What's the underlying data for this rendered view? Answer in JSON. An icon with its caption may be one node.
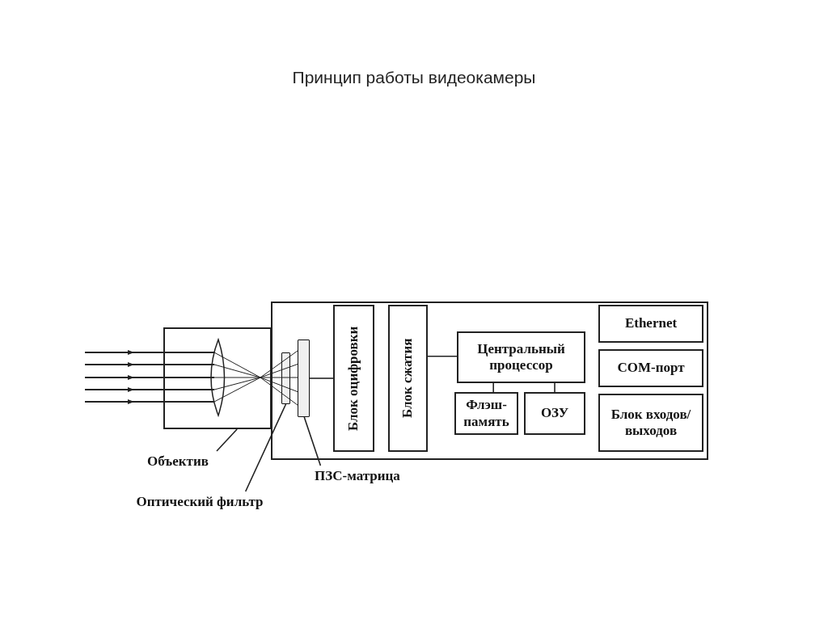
{
  "diagram": {
    "title": "Принцип работы видеокамеры",
    "nodes": [
      {
        "text": [],
        "shape": "box"
      },
      {
        "text": [],
        "shape": "box"
      },
      {
        "text": [],
        "shape": "bar",
        "in": 1
      },
      {
        "text": [],
        "shape": "bar",
        "in": 1
      },
      {
        "text": [
          "Блок оцифровки"
        ],
        "in": 1
      },
      {
        "text": [
          "Блок сжатия"
        ],
        "in": 1
      },
      {
        "text": [
          "Центральный процессор"
        ],
        "in": 1
      },
      {
        "text": [
          "Флэш-память"
        ],
        "in": 1
      },
      {
        "text": [
          "ОЗУ"
        ],
        "in": 1
      },
      {
        "text": [
          "Ethernet"
        ],
        "in": 1
      },
      {
        "text": [
          "COM-порт"
        ],
        "in": 1
      },
      {
        "text": [
          "Блок входов/ выходов"
        ],
        "in": 1
      },
      {
        "text": [
          "Объектив"
        ]
      },
      {
        "text": [
          "Оптический фильтр"
        ]
      },
      {
        "text": [
          "ПЗС-матрица"
        ]
      }
    ],
    "edges": [
      {
        "from": 3,
        "to": 4,
        "arrow": "none"
      },
      {
        "from": 5,
        "to": 6,
        "arrow": "none"
      },
      {
        "from": 6,
        "to": 7,
        "arrow": "none"
      },
      {
        "from": 6,
        "to": 8,
        "arrow": "none"
      },
      {
        "from": 12,
        "to": 0,
        "arrow": "none"
      },
      {
        "from": 13,
        "to": 2,
        "arrow": "none"
      },
      {
        "from": 14,
        "to": 3,
        "arrow": "none"
      }
    ]
  }
}
